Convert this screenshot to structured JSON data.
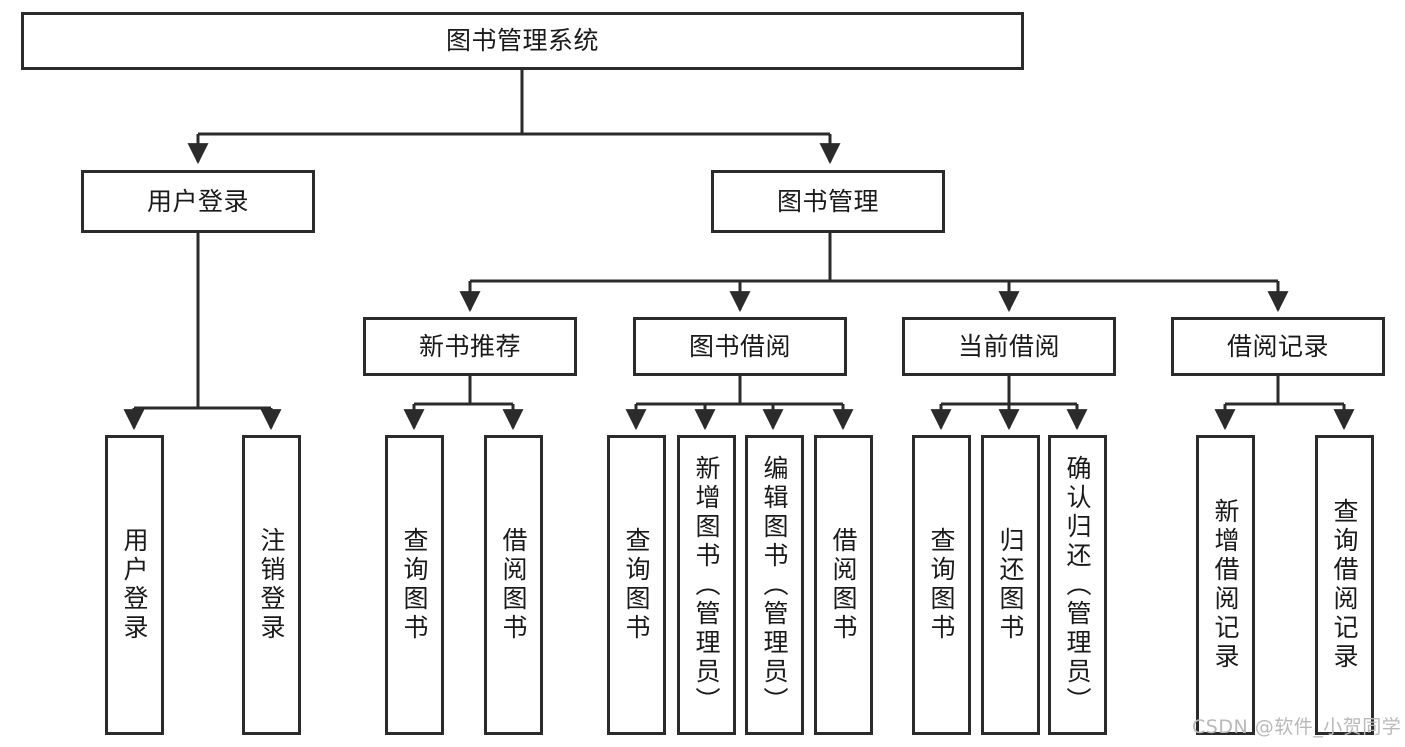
{
  "diagram": {
    "type": "hierarchy-tree",
    "title": "图书管理系统",
    "nodes": {
      "root": {
        "label": "图书管理系统",
        "level": 1
      },
      "login": {
        "label": "用户登录",
        "level": 2
      },
      "book_manage": {
        "label": "图书管理",
        "level": 2
      },
      "new_book_rec": {
        "label": "新书推荐",
        "level": 3
      },
      "book_borrow": {
        "label": "图书借阅",
        "level": 3
      },
      "current_borrow": {
        "label": "当前借阅",
        "level": 3
      },
      "borrow_record": {
        "label": "借阅记录",
        "level": 3
      },
      "leaf_user_login": {
        "label": "用户登录",
        "level": 4
      },
      "leaf_logout": {
        "label": "注销登录",
        "level": 4
      },
      "leaf_query_book_1": {
        "label": "查询图书",
        "level": 4
      },
      "leaf_borrow_book_1": {
        "label": "借阅图书",
        "level": 4
      },
      "leaf_query_book_2": {
        "label": "查询图书",
        "level": 4
      },
      "leaf_add_book": {
        "label": "新增图书（管理员）",
        "level": 4
      },
      "leaf_edit_book": {
        "label": "编辑图书（管理员）",
        "level": 4
      },
      "leaf_borrow_book_2": {
        "label": "借阅图书",
        "level": 4
      },
      "leaf_query_book_3": {
        "label": "查询图书",
        "level": 4
      },
      "leaf_return_book": {
        "label": "归还图书",
        "level": 4
      },
      "leaf_confirm_return": {
        "label": "确认归还（管理员）",
        "level": 4
      },
      "leaf_add_record": {
        "label": "新增借阅记录",
        "level": 4
      },
      "leaf_query_record": {
        "label": "查询借阅记录",
        "level": 4
      }
    },
    "edges": [
      {
        "from": "root",
        "to": "login"
      },
      {
        "from": "root",
        "to": "book_manage"
      },
      {
        "from": "login",
        "to": "leaf_user_login"
      },
      {
        "from": "login",
        "to": "leaf_logout"
      },
      {
        "from": "book_manage",
        "to": "new_book_rec"
      },
      {
        "from": "book_manage",
        "to": "book_borrow"
      },
      {
        "from": "book_manage",
        "to": "current_borrow"
      },
      {
        "from": "book_manage",
        "to": "borrow_record"
      },
      {
        "from": "new_book_rec",
        "to": "leaf_query_book_1"
      },
      {
        "from": "new_book_rec",
        "to": "leaf_borrow_book_1"
      },
      {
        "from": "book_borrow",
        "to": "leaf_query_book_2"
      },
      {
        "from": "book_borrow",
        "to": "leaf_add_book"
      },
      {
        "from": "book_borrow",
        "to": "leaf_edit_book"
      },
      {
        "from": "book_borrow",
        "to": "leaf_borrow_book_2"
      },
      {
        "from": "current_borrow",
        "to": "leaf_query_book_3"
      },
      {
        "from": "current_borrow",
        "to": "leaf_return_book"
      },
      {
        "from": "current_borrow",
        "to": "leaf_confirm_return"
      },
      {
        "from": "borrow_record",
        "to": "leaf_add_record"
      },
      {
        "from": "borrow_record",
        "to": "leaf_query_record"
      }
    ],
    "colors": {
      "background": "#ffffff",
      "box_border": "#2b2b2b",
      "box_fill": "#ffffff",
      "text": "#1a1a1a",
      "connector": "#2b2b2b",
      "watermark": "#b9b9b9"
    }
  },
  "watermark": {
    "text": "CSDN @软件_小贺同学"
  }
}
